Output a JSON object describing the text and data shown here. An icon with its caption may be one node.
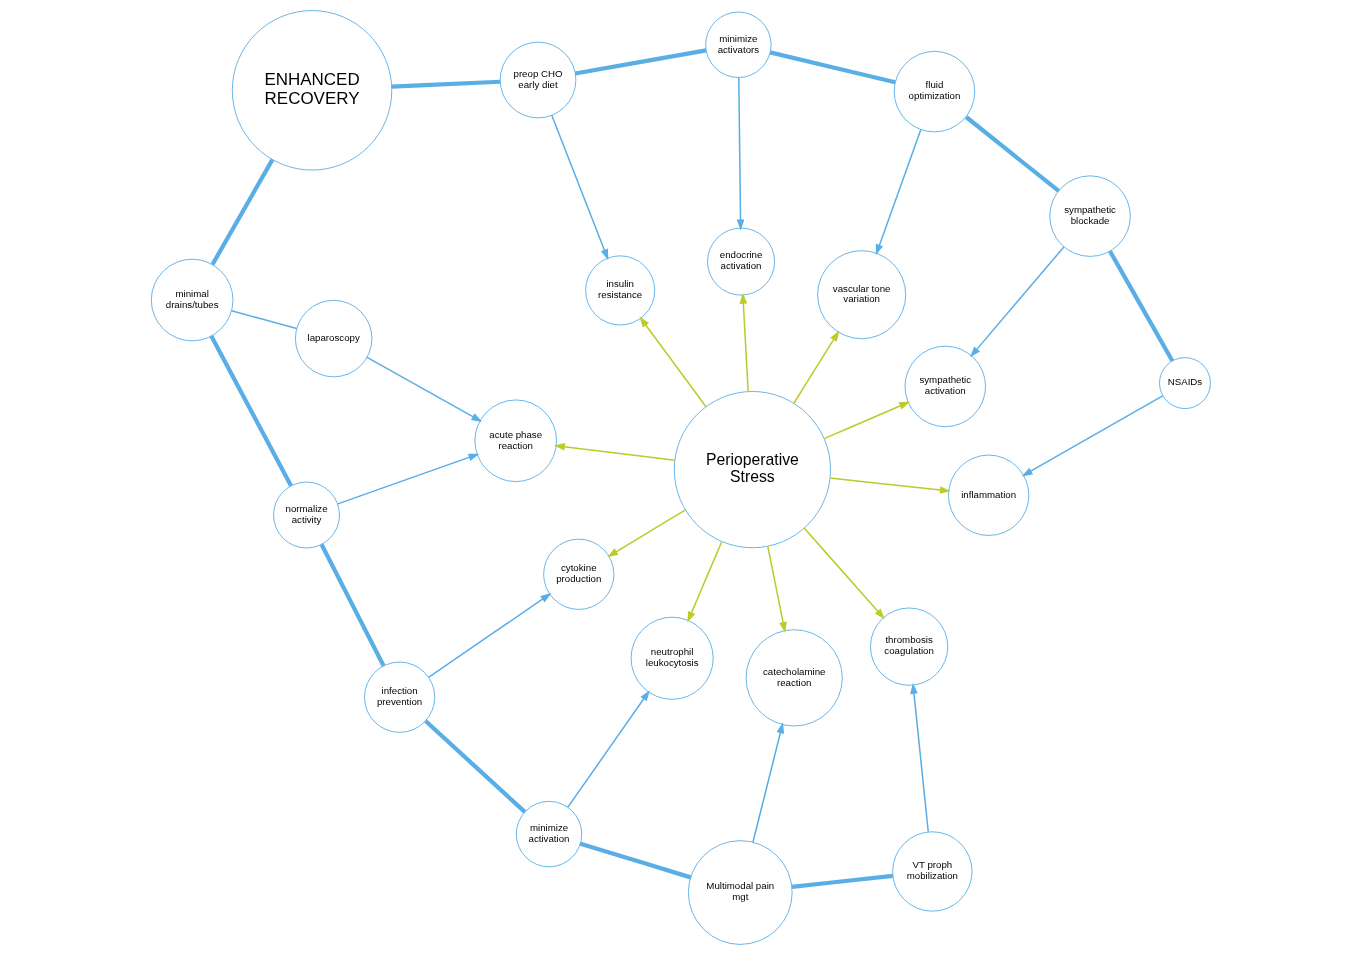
{
  "diagram": {
    "nodes": [
      {
        "text": [
          "Perioperative Stress"
        ]
      },
      {
        "text": [
          "inflammation"
        ]
      },
      {
        "text": [
          "sympathetic activation"
        ]
      },
      {
        "text": [
          "vascular tone variation"
        ]
      },
      {
        "text": [
          "endocrine activation"
        ]
      },
      {
        "text": [
          "insulin resistance"
        ]
      },
      {
        "text": [
          "acute phase reaction"
        ]
      },
      {
        "text": [
          "cytokine production"
        ]
      },
      {
        "text": [
          "neutrophil leukocytosis"
        ]
      },
      {
        "text": [
          "catecholamine reaction"
        ]
      },
      {
        "text": [
          "thrombosis coagulation"
        ]
      },
      {
        "text": [
          "NSAIDs"
        ]
      },
      {
        "text": [
          "sympathetic blockade"
        ]
      },
      {
        "text": [
          "fluid optimization"
        ]
      },
      {
        "text": [
          "minimize activators"
        ]
      },
      {
        "text": [
          "preop CHO early diet"
        ]
      },
      {
        "text": [
          "ENHANCED RECOVERY"
        ]
      },
      {
        "text": [
          "minimal drains/tubes"
        ]
      },
      {
        "text": [
          "laparoscopy"
        ]
      },
      {
        "text": [
          "normalize activity"
        ]
      },
      {
        "text": [
          "infection prevention"
        ]
      },
      {
        "text": [
          "minimize activation"
        ]
      },
      {
        "text": [
          "Multimodal pain mgt"
        ]
      },
      {
        "text": [
          "VT proph mobilization"
        ]
      }
    ],
    "edges": [
      {
        "from": 0,
        "to": 1,
        "arrow": "to",
        "color": "#bccb2a"
      },
      {
        "from": 0,
        "to": 2,
        "arrow": "to",
        "color": "#bccb2a"
      },
      {
        "from": 0,
        "to": 3,
        "arrow": "to",
        "color": "#bccb2a"
      },
      {
        "from": 0,
        "to": 4,
        "arrow": "to",
        "color": "#bccb2a"
      },
      {
        "from": 0,
        "to": 5,
        "arrow": "to",
        "color": "#bccb2a"
      },
      {
        "from": 0,
        "to": 6,
        "arrow": "to",
        "color": "#bccb2a"
      },
      {
        "from": 0,
        "to": 7,
        "arrow": "to",
        "color": "#bccb2a"
      },
      {
        "from": 0,
        "to": 8,
        "arrow": "to",
        "color": "#bccb2a"
      },
      {
        "from": 0,
        "to": 9,
        "arrow": "to",
        "color": "#bccb2a"
      },
      {
        "from": 0,
        "to": 10,
        "arrow": "to",
        "color": "#bccb2a"
      },
      {
        "from": 11,
        "to": 1,
        "arrow": "to"
      },
      {
        "from": 12,
        "to": 2,
        "arrow": "to"
      },
      {
        "from": 13,
        "to": 3,
        "arrow": "to"
      },
      {
        "from": 14,
        "to": 4,
        "arrow": "to"
      },
      {
        "from": 15,
        "to": 5,
        "arrow": "to"
      },
      {
        "from": 18,
        "to": 6,
        "arrow": "to"
      },
      {
        "from": 19,
        "to": 6,
        "arrow": "to"
      },
      {
        "from": 20,
        "to": 7,
        "arrow": "to"
      },
      {
        "from": 21,
        "to": 8,
        "arrow": "to"
      },
      {
        "from": 22,
        "to": 9,
        "arrow": "to"
      },
      {
        "from": 23,
        "to": 10,
        "arrow": "to"
      },
      {
        "from": 11,
        "to": 12,
        "arrow": "none",
        "style": "thick"
      },
      {
        "from": 12,
        "to": 13,
        "arrow": "none",
        "style": "thick"
      },
      {
        "from": 13,
        "to": 14,
        "arrow": "none",
        "style": "thick"
      },
      {
        "from": 14,
        "to": 15,
        "arrow": "none",
        "style": "thick"
      },
      {
        "from": 15,
        "to": 16,
        "arrow": "none",
        "style": "thick"
      },
      {
        "from": 16,
        "to": 17,
        "arrow": "none",
        "style": "thick"
      },
      {
        "from": 17,
        "to": 18,
        "arrow": "none"
      },
      {
        "from": 17,
        "to": 19,
        "arrow": "none",
        "style": "thick"
      },
      {
        "from": 19,
        "to": 20,
        "arrow": "none",
        "style": "thick"
      },
      {
        "from": 20,
        "to": 21,
        "arrow": "none",
        "style": "thick"
      },
      {
        "from": 21,
        "to": 22,
        "arrow": "none",
        "style": "thick"
      },
      {
        "from": 22,
        "to": 23,
        "arrow": "none",
        "style": "thick"
      }
    ]
  }
}
